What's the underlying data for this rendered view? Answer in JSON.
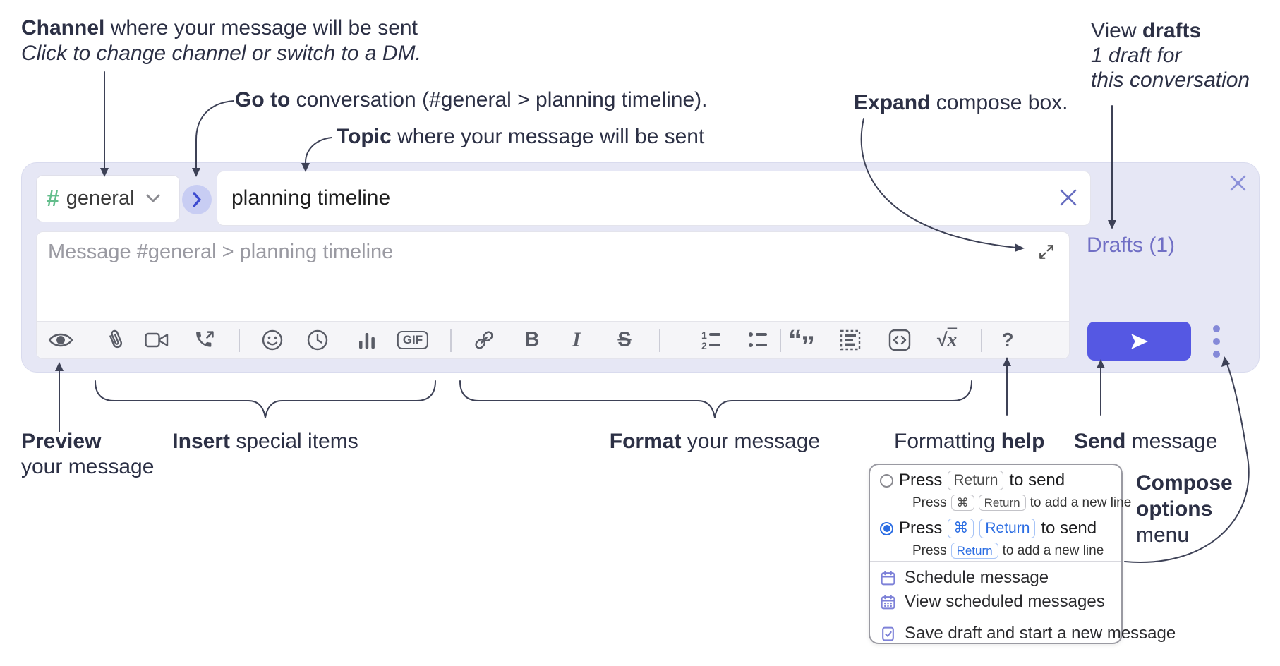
{
  "annotations": {
    "channel": {
      "bold": "Channel",
      "rest": " where your message will be sent",
      "italic": "Click to change channel or switch to a DM."
    },
    "goto": {
      "bold": "Go to",
      "rest": " conversation (#general > planning timeline)."
    },
    "topic": {
      "bold": "Topic",
      "rest": " where your message will be sent"
    },
    "expand": {
      "bold": "Expand",
      "rest": " compose box."
    },
    "view_drafts": {
      "regular": "View ",
      "bold": "drafts",
      "line2": "1 draft for",
      "line3": "this conversation"
    },
    "preview": {
      "bold": "Preview",
      "line2": "your message"
    },
    "insert": {
      "bold": "Insert",
      "rest": " special items"
    },
    "format": {
      "bold": "Format",
      "rest": " your message"
    },
    "formatting_help": {
      "regular": "Formatting ",
      "bold": "help"
    },
    "send": {
      "bold": "Send",
      "rest": " message"
    },
    "compose_options": {
      "line1": "Compose",
      "line2": "options",
      "line3": "menu"
    }
  },
  "composer": {
    "channel_hash": "#",
    "channel_name": "general",
    "topic_value": "planning timeline",
    "message_placeholder": "Message #general > planning timeline",
    "drafts_link": "Drafts (1)"
  },
  "toolbar": {
    "bold_label": "B",
    "italic_label": "I",
    "strike_label": "S",
    "gif_label": "GIF",
    "ol_num1": "1",
    "ol_num2": "2",
    "quote_open": "“",
    "quote_close": "”",
    "formula_root": "√",
    "formula_x": "x",
    "help_label": "?"
  },
  "help_menu": {
    "option1": {
      "press": "Press",
      "key_return": "Return",
      "after": "to send",
      "sub_press": "Press",
      "sub_key_cmd": "⌘",
      "sub_key_return": "Return",
      "sub_after": "to add a new line"
    },
    "option2": {
      "press": "Press",
      "key_cmd": "⌘",
      "key_return": "Return",
      "after": "to send",
      "sub_press": "Press",
      "sub_key_return": "Return",
      "sub_after": "to add a new line"
    },
    "items": [
      {
        "label": "Schedule message"
      },
      {
        "label": "View scheduled messages"
      },
      {
        "label": "Save draft and start a new message"
      }
    ]
  },
  "colors": {
    "accent_send": "#5558e3",
    "composer_bg": "#e6e7f5",
    "drafts_link": "#706fc5",
    "channel_hash_green": "#62bd8b",
    "help_blue": "#2b6de3",
    "menu_icon_purple": "#7d81d8",
    "annotation_text": "#2c3045"
  }
}
